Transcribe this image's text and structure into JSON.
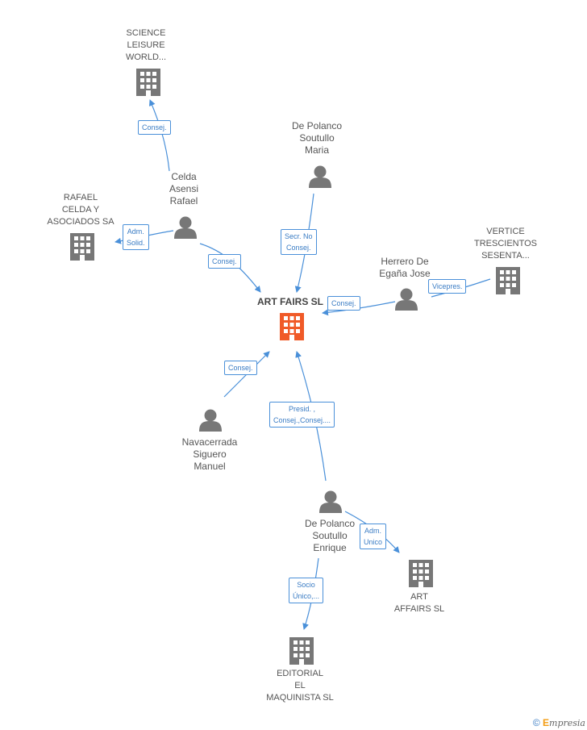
{
  "nodes": {
    "center": {
      "name": "ART FAIRS SL"
    },
    "science": {
      "lines": [
        "SCIENCE",
        "LEISURE",
        "WORLD..."
      ]
    },
    "rafael_celda": {
      "lines": [
        "RAFAEL",
        "CELDA Y",
        "ASOCIADOS SA"
      ]
    },
    "celda": {
      "lines": [
        "Celda",
        "Asensi",
        "Rafael"
      ]
    },
    "polanco_maria": {
      "lines": [
        "De Polanco",
        "Soutullo",
        "Maria"
      ]
    },
    "vertice": {
      "lines": [
        "VERTICE",
        "TRESCIENTOS",
        "SESENTA..."
      ]
    },
    "herrero": {
      "lines": [
        "Herrero De",
        "Egaña Jose"
      ]
    },
    "navacerrada": {
      "lines": [
        "Navacerrada",
        "Siguero",
        "Manuel"
      ]
    },
    "polanco_enrique": {
      "lines": [
        "De Polanco",
        "Soutullo",
        "Enrique"
      ]
    },
    "art_affairs": {
      "lines": [
        "ART",
        "AFFAIRS SL"
      ]
    },
    "editorial": {
      "lines": [
        "EDITORIAL",
        "EL",
        "MAQUINISTA SL"
      ]
    }
  },
  "edges": {
    "celda_science": [
      "Consej."
    ],
    "celda_rafael": [
      "Adm.",
      "Solid."
    ],
    "celda_center": [
      "Consej."
    ],
    "maria_center": [
      "Secr.  No",
      "Consej."
    ],
    "herrero_center": [
      "Consej."
    ],
    "herrero_vertice": [
      "Vicepres."
    ],
    "navacerrada_center": [
      "Consej."
    ],
    "enrique_center": [
      "Presid. ,",
      "Consej.,Consej...."
    ],
    "enrique_artaffairs": [
      "Adm.",
      "Unico"
    ],
    "enrique_editorial": [
      "Socio",
      "Único,..."
    ]
  },
  "colors": {
    "edge": "#4a90d9",
    "node_gray": "#777777",
    "center_orange": "#f05a28"
  },
  "footer": {
    "copyright": "©",
    "brand_initial": "E",
    "brand_rest": "mpresia"
  }
}
